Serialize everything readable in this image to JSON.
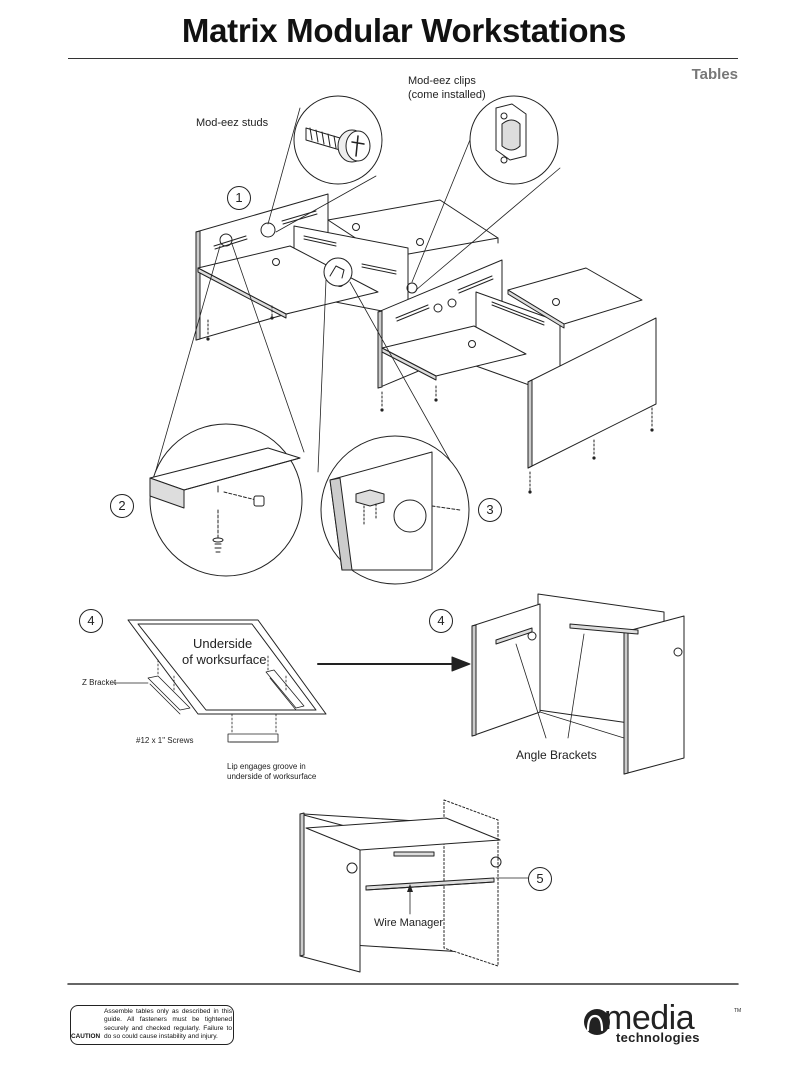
{
  "header": {
    "title": "Matrix Modular Workstations",
    "section": "Tables"
  },
  "labels": {
    "studs": "Mod-eez studs",
    "clips_line1": "Mod-eez clips",
    "clips_line2": "(come installed)",
    "underside_line1": "Underside",
    "underside_line2": "of worksurface",
    "z_bracket": "Z Bracket",
    "screws": "#12 x 1\" Screws",
    "lip_line1": "Lip engages groove in",
    "lip_line2": "underside of worksurface",
    "angle_brackets": "Angle Brackets",
    "wire_manager": "Wire Manager"
  },
  "steps": {
    "s1": "1",
    "s2": "2",
    "s3": "3",
    "s4a": "4",
    "s4b": "4",
    "s5": "5"
  },
  "footer": {
    "caution_text": "Assemble tables only as described in this guide. All fasteners must be tightened securely and checked regularly. Failure to do so could cause instability and injury.",
    "caution_label": "CAUTION",
    "logo_media": "media",
    "logo_tech": "technologies",
    "logo_tm": "TM"
  },
  "icons": {
    "warning": "warning-triangle-icon",
    "logo_mark": "media-logo-mark-icon"
  }
}
